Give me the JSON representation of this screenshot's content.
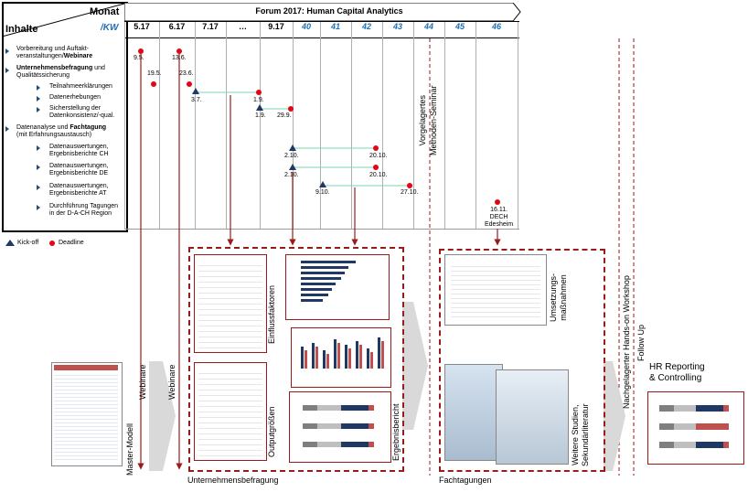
{
  "header": {
    "inhalte": "Inhalte",
    "monat": "Monat",
    "kw": "/KW",
    "title": "Forum 2017: Human Capital Analytics",
    "columns": [
      {
        "label": "5.17",
        "kw": false
      },
      {
        "label": "6.17",
        "kw": false
      },
      {
        "label": "7.17",
        "kw": false
      },
      {
        "label": "…",
        "kw": false
      },
      {
        "label": "9.17",
        "kw": false
      },
      {
        "label": "40",
        "kw": true
      },
      {
        "label": "41",
        "kw": true
      },
      {
        "label": "42",
        "kw": true
      },
      {
        "label": "43",
        "kw": true
      },
      {
        "label": "44",
        "kw": true
      },
      {
        "label": "45",
        "kw": true
      },
      {
        "label": "46",
        "kw": true
      }
    ]
  },
  "rows": [
    {
      "text": "Vorbereitung und Auftakt-\nveranstaltungen/Webinare",
      "bold": "Webinare"
    },
    {
      "text": "Unternehmensbefragung und\nQualitätssicherung",
      "bold": "Unternehmensbefragung"
    },
    {
      "text": "Teilnahmeerklärungen"
    },
    {
      "text": "Datenerhebungen"
    },
    {
      "text": "Sicherstellung der\nDatenkonsistenz/-qual."
    },
    {
      "text": "Datenanalyse und Fachtagung\n(mit Erfahrungsaustausch)",
      "bold": "Fachtagung"
    },
    {
      "text": "Datenauswertungen,\nErgebnisberichte CH"
    },
    {
      "text": "Datenauswertungen,\nErgebnisberichte DE"
    },
    {
      "text": "Datenauswertungen,\nErgebnisberichte AT"
    },
    {
      "text": "Durchführung Tagungen\nin der D-A-CH Region"
    }
  ],
  "dates": {
    "d1": "9.5.",
    "d2": "13.6.",
    "d3": "19.5.",
    "d4": "23.6.",
    "d5": "3.7.",
    "d6": "1.9.",
    "d7": "1.9.",
    "d8": "29.9.",
    "d9": "2.10.",
    "d10": "20.10.",
    "d11": "2.10.",
    "d12": "20.10.",
    "d13": "9.10.",
    "d14": "27.10.",
    "d15": "16.11.\nDECH\nEdesheim"
  },
  "legend": {
    "kickoff": "Kick-off",
    "deadline": "Deadline"
  },
  "vertical_labels": {
    "seminar": "Vorgelagertes\nMethoden-Seminar",
    "workshop": "Nachgelagerter Hands-on Workshop",
    "followup": "Follow Up",
    "master": "Master-Modell",
    "webinare1": "Webinare",
    "webinare2": "Webinare",
    "einfluss": "Einflussfaktoren",
    "output": "Outputgrößen",
    "ergebnis": "Ergebnisbericht",
    "umsetzung": "Umsetzungs-\nmaßnahmen",
    "studien": "Weitere Studien,\nSekundärliteratur"
  },
  "boxes": {
    "unternehmensbefragung": "Unternehmensbefragung",
    "fachtagungen": "Fachtagungen",
    "hr": "HR Reporting\n& Controlling"
  },
  "colors": {
    "accent": "#9b1b1b",
    "red": "#e30613",
    "navy": "#1f3864",
    "kw": "#1f6fb5",
    "line": "#7fd3b5"
  }
}
